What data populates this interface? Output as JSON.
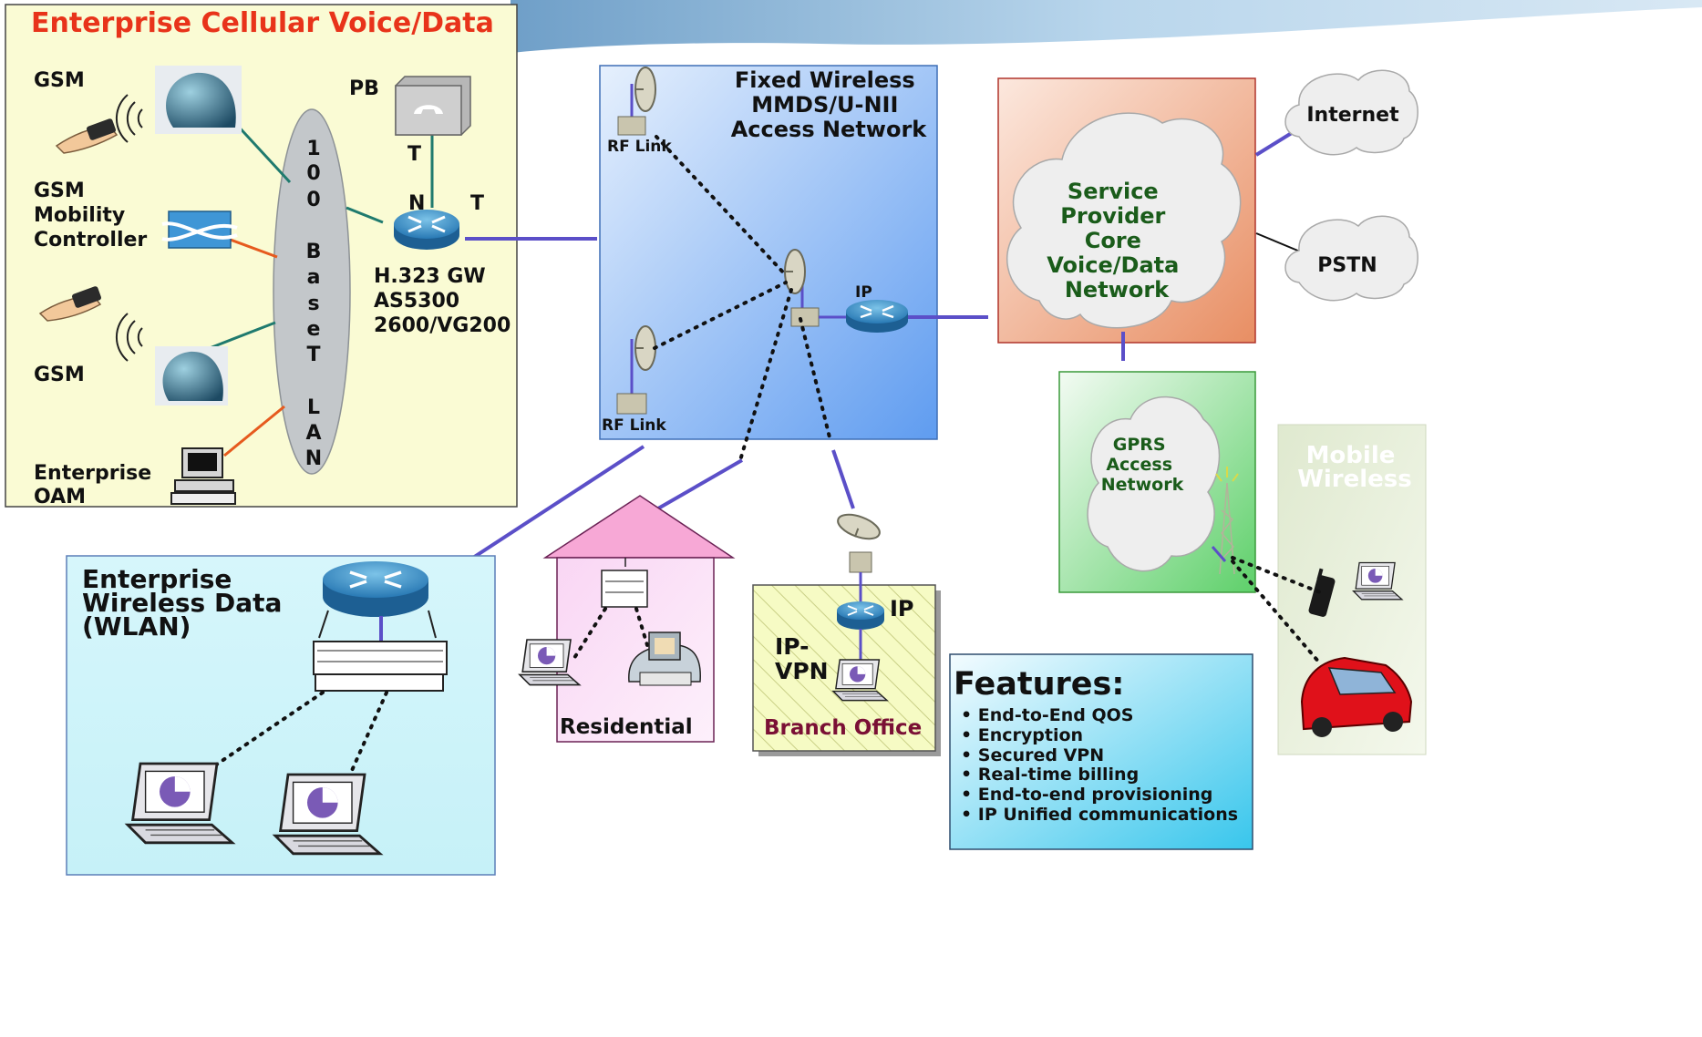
{
  "enterprise_cellular": {
    "title": "Enterprise Cellular Voice/Data",
    "gsm_top": "GSM",
    "gsm_mobility": [
      "GSM",
      "Mobility",
      "Controller"
    ],
    "gsm_bottom": "GSM",
    "enterprise_oam": [
      "Enterprise",
      "OAM"
    ],
    "pbx": "PB",
    "lan_text": [
      "1",
      "0",
      "0",
      "B",
      "a",
      "s",
      "e",
      "T",
      "L",
      "A",
      "N"
    ],
    "t_top": "T",
    "n_label": "N",
    "t_right": "T",
    "gateway": [
      "H.323 GW",
      "AS5300",
      "2600/VG200"
    ]
  },
  "fixed_wireless": {
    "title": [
      "Fixed Wireless",
      "MMDS/U-NII",
      "Access Network"
    ],
    "rf_link_top": "RF Link",
    "rf_link_bottom": "RF Link",
    "ip": "IP"
  },
  "service_provider": {
    "title": [
      "Service",
      "Provider",
      "Core",
      "Voice/Data",
      "Network"
    ],
    "internet": "Internet",
    "pstn": "PSTN"
  },
  "gprs": {
    "title": [
      "GPRS",
      "Access",
      "Network"
    ]
  },
  "mobile_wireless": {
    "title": [
      "Mobile",
      "Wireless"
    ]
  },
  "wlan": {
    "title": [
      "Enterprise",
      "Wireless Data",
      "(WLAN)"
    ]
  },
  "residential": {
    "label": "Residential"
  },
  "branch": {
    "ip": "IP",
    "ipvpn": [
      "IP-",
      "VPN"
    ],
    "label": "Branch Office"
  },
  "features": {
    "title": "Features:",
    "items": [
      "End-to-End QOS",
      "Encryption",
      "Secured VPN",
      "Real-time billing",
      "End-to-end provisioning",
      "IP Unified communications"
    ]
  },
  "colors": {
    "title_red": "#e8331a",
    "provider_green": "#1a5c1a",
    "branch_maroon": "#7a1035",
    "link_purple": "#5b4fc8",
    "link_teal": "#1f7a6e",
    "link_orange": "#e65a1e"
  }
}
